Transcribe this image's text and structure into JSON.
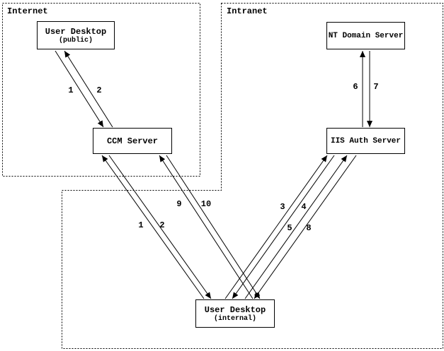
{
  "regions": {
    "internet": {
      "label": "Internet"
    },
    "intranet": {
      "label": "Intranet"
    }
  },
  "nodes": {
    "user_desktop_public": {
      "title": "User Desktop",
      "subtitle": "(public)"
    },
    "ccm_server": {
      "title": "CCM Server"
    },
    "nt_domain_server": {
      "title": "NT Domain Server"
    },
    "iis_auth_server": {
      "title": "IIS Auth Server"
    },
    "user_desktop_internal": {
      "title": "User Desktop",
      "subtitle": "(internal)"
    }
  },
  "flows": [
    {
      "label": "1",
      "from": "user-desktop-public",
      "to": "ccm-server"
    },
    {
      "label": "2",
      "from": "ccm-server",
      "to": "user-desktop-public"
    },
    {
      "label": "1",
      "from": "user-desktop-internal",
      "to": "ccm-server"
    },
    {
      "label": "2",
      "from": "ccm-server",
      "to": "user-desktop-internal"
    },
    {
      "label": "9",
      "from": "user-desktop-internal",
      "to": "ccm-server"
    },
    {
      "label": "10",
      "from": "ccm-server",
      "to": "user-desktop-internal"
    },
    {
      "label": "3",
      "from": "user-desktop-internal",
      "to": "iis-auth-server"
    },
    {
      "label": "4",
      "from": "iis-auth-server",
      "to": "user-desktop-internal"
    },
    {
      "label": "5",
      "from": "user-desktop-internal",
      "to": "iis-auth-server"
    },
    {
      "label": "8",
      "from": "iis-auth-server",
      "to": "user-desktop-internal"
    },
    {
      "label": "6",
      "from": "iis-auth-server",
      "to": "nt-domain-server"
    },
    {
      "label": "7",
      "from": "nt-domain-server",
      "to": "iis-auth-server"
    }
  ],
  "colors": {
    "ink": "#000000",
    "paper": "#ffffff"
  }
}
